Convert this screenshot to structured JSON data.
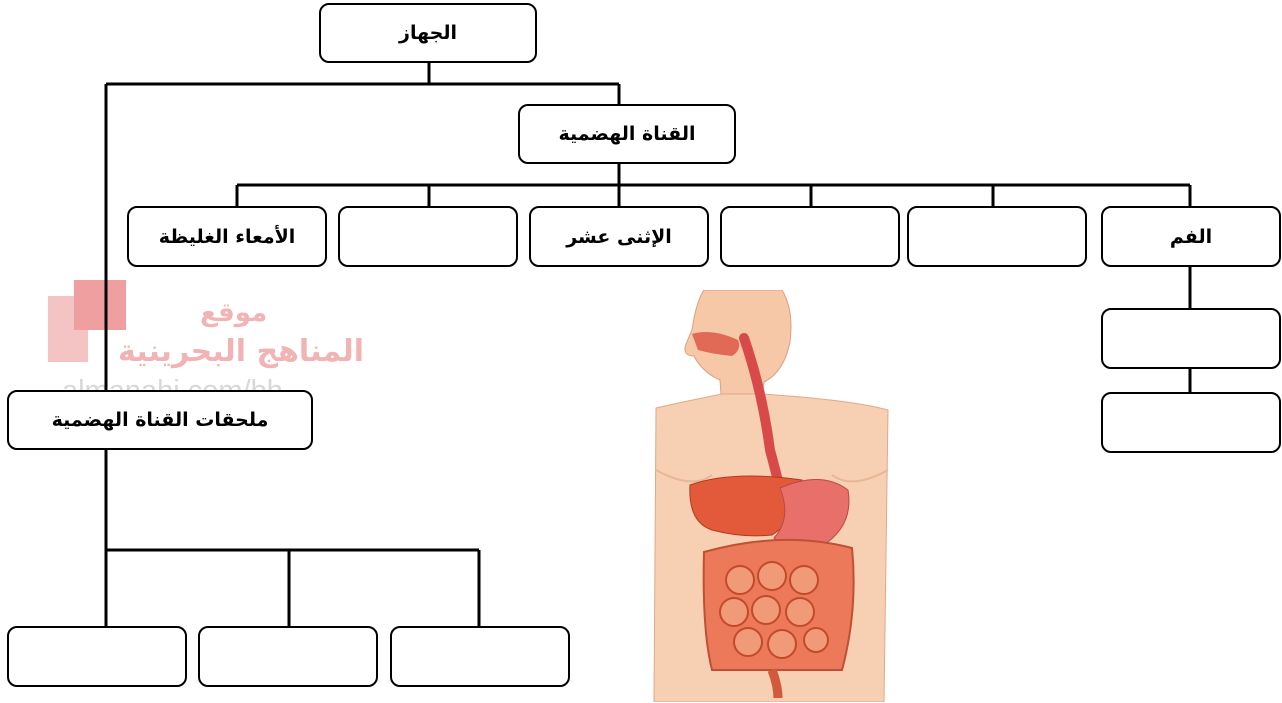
{
  "diagram": {
    "root": {
      "label": "الجهاز"
    },
    "canal": {
      "label": "القناة الهضمية",
      "parts": [
        {
          "label": "الفم"
        },
        {
          "label": ""
        },
        {
          "label": ""
        },
        {
          "label": "الإثنى عشر"
        },
        {
          "label": ""
        },
        {
          "label": "الأمعاء الغليظة"
        }
      ],
      "mouth_subparts": [
        {
          "label": ""
        },
        {
          "label": ""
        }
      ]
    },
    "accessory": {
      "label": "ملحقات القناة الهضمية",
      "parts": [
        {
          "label": ""
        },
        {
          "label": ""
        },
        {
          "label": ""
        }
      ]
    }
  },
  "watermark": {
    "line1": "موقع",
    "line2": "المناهج البحرينية",
    "url": "almanahj.com/bh"
  },
  "illustration": {
    "icon": "digestive-system-anatomy-icon"
  },
  "colors": {
    "border": "#000000",
    "watermark_pink": "#f1b3b3",
    "organ_red": "#e8543a"
  }
}
